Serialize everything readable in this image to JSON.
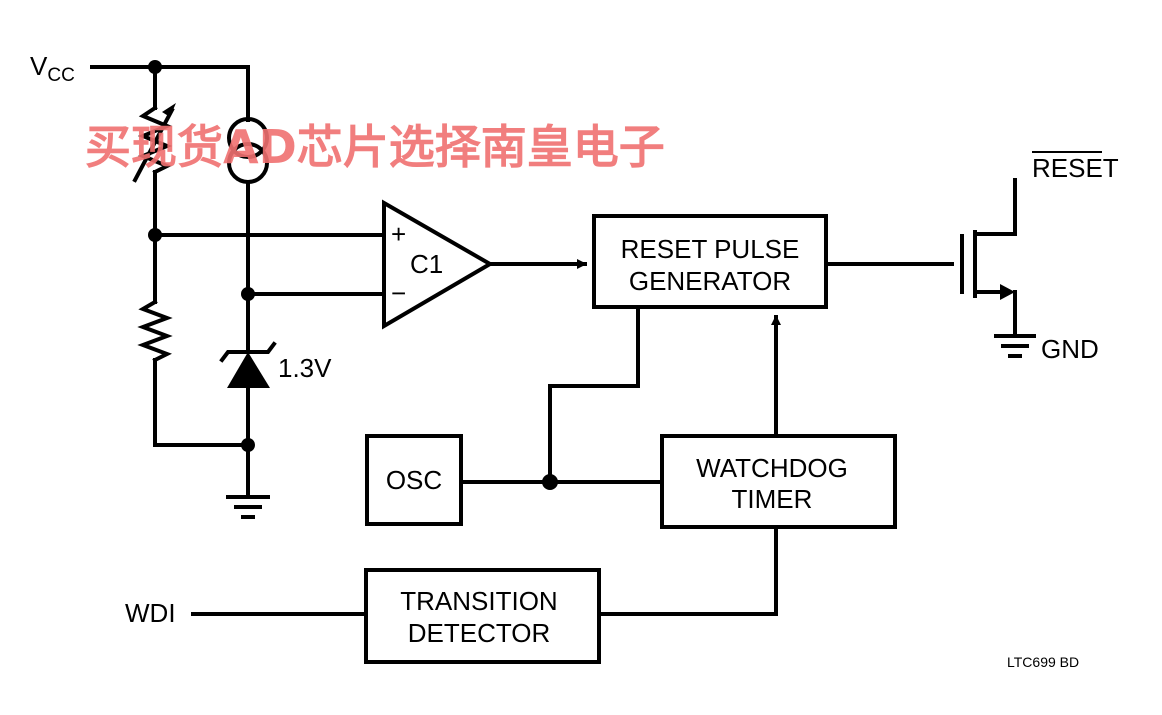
{
  "labels": {
    "vcc_main": "V",
    "vcc_sub": "CC",
    "zener_voltage": "1.3V",
    "comparator": "C1",
    "comp_plus": "+",
    "comp_minus": "−",
    "reset_pulse_line1": "RESET PULSE",
    "reset_pulse_line2": "GENERATOR",
    "osc": "OSC",
    "watchdog_line1": "WATCHDOG",
    "watchdog_line2": "TIMER",
    "transition_line1": "TRANSITION",
    "transition_line2": "DETECTOR",
    "wdi": "WDI",
    "reset_out": "RESET",
    "gnd": "GND",
    "part_ref": "LTC699 BD"
  },
  "watermark": "买现货AD芯片选择南皇电子"
}
